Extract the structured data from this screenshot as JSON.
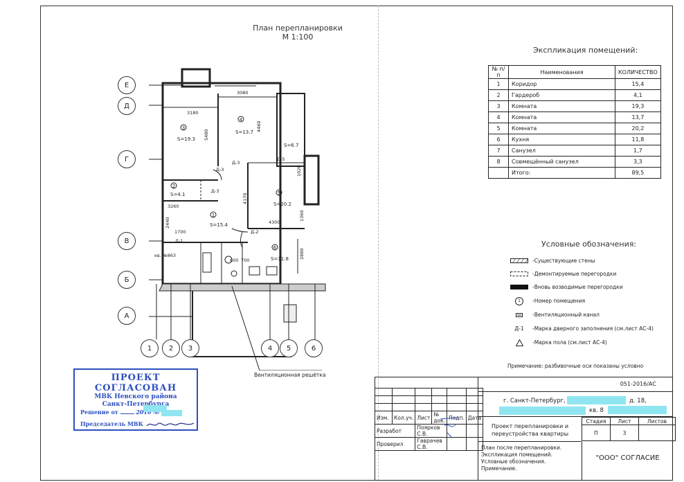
{
  "plan": {
    "title": "План перепланировки",
    "scale": "М 1:100",
    "rooms": [
      {
        "label": "S=19.3",
        "num": "3"
      },
      {
        "label": "S=13.7",
        "num": "4"
      },
      {
        "label": "S=6.7",
        "num": ""
      },
      {
        "label": "S=4.1",
        "num": "2"
      },
      {
        "label": "S=20.2",
        "num": "5"
      },
      {
        "label": "S=15.4",
        "num": "1"
      },
      {
        "label": "S=11.8",
        "num": "6"
      }
    ],
    "dims": [
      "3080",
      "3180",
      "5480",
      "4460",
      "3260",
      "4170",
      "1020",
      "4300",
      "1360",
      "2880",
      "2440",
      "1700",
      "700",
      "600"
    ],
    "doors": [
      "Д-3",
      "Д-3",
      "Д-3",
      "Д-5",
      "Д-2",
      "Д-1"
    ],
    "apt_label": "кв. №863",
    "vent_label": "Вентиляционная решётка",
    "axes_letters": [
      "Е",
      "Д",
      "Г",
      "В",
      "Б",
      "А"
    ],
    "axes_numbers": [
      "1",
      "2",
      "3",
      "4",
      "5",
      "6"
    ]
  },
  "explication": {
    "title": "Экспликация помещений:",
    "headers": [
      "№ п/п",
      "Наименования",
      "КОЛИЧЕСТВО"
    ],
    "rows": [
      [
        "1",
        "Коридор",
        "15,4"
      ],
      [
        "2",
        "Гардероб",
        "4,1"
      ],
      [
        "3",
        "Комната",
        "19,3"
      ],
      [
        "4",
        "Комната",
        "13,7"
      ],
      [
        "5",
        "Комната",
        "20,2"
      ],
      [
        "6",
        "Кухня",
        "11,8"
      ],
      [
        "7",
        "Санузел",
        "1,7"
      ],
      [
        "8",
        "Совмещённый санузел",
        "3,3"
      ]
    ],
    "total_label": "Итого:",
    "total_value": "89,5"
  },
  "legend": {
    "title": "Условные обозначения:",
    "items": [
      {
        "sym": "",
        "text": "-Существующие стены"
      },
      {
        "sym": "",
        "text": "-Демонтируемые перегородки"
      },
      {
        "sym": "",
        "text": "-Вновь возводимые перегородки"
      },
      {
        "sym": "1",
        "text": "-Номер помещения"
      },
      {
        "sym": "",
        "text": "-Вентиляционный канал"
      },
      {
        "sym": "Д-1",
        "text": "-Марка дверного заполнения (см.лист АС-4)"
      },
      {
        "sym": "",
        "text": "-Марка пола (см.лист АС-4)"
      }
    ],
    "note": "Примечание:  разбивочные оси показаны условно"
  },
  "stamp": {
    "line1": "ПРОЕКТ СОГЛАСОВАН",
    "line2": "МВК Невского района",
    "line3": "Санкт-Петербурга",
    "decision": "Решение от",
    "year": "2016",
    "no": "№",
    "chair": "Председатель МВК"
  },
  "titleblock": {
    "code": "051-2016/АС",
    "address_city": "г. Санкт-Петербург,",
    "address_house": "д. 18,",
    "address_apt": "кв. 8",
    "col_headers": [
      "Изм.",
      "Кол.уч.",
      "Лист",
      "№ док.",
      "Подп.",
      "Дата"
    ],
    "dev_role": "Разработ",
    "dev_name": "Поярков С.В.",
    "chk_role": "Проверил",
    "chk_name": "Гаврачев С.В.",
    "project": "Проект перепланировки и переустройства квартиры",
    "stage_h": "Стадия",
    "sheet_h": "Лист",
    "sheets_h": "Листов",
    "stage": "П",
    "sheet": "3",
    "sheets": "",
    "sheet_title": "План после перепланировки. Экспликация помещений. Условные обозначения. Примечание.",
    "company": "\"ООО\" СОГЛАСИЕ"
  }
}
